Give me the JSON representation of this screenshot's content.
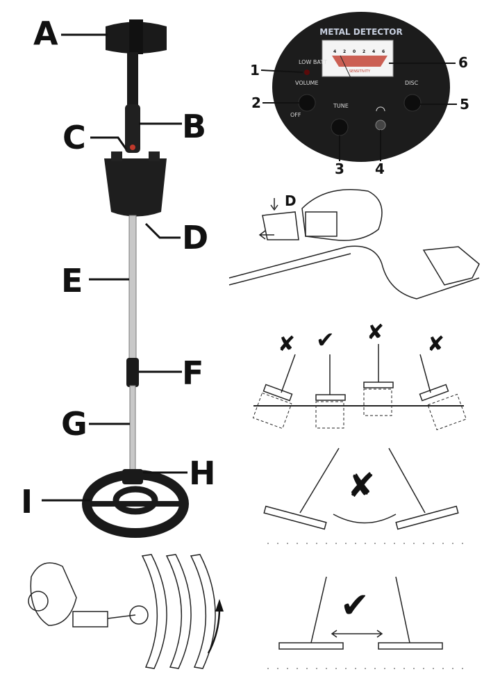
{
  "detector_labels": {
    "A": "A",
    "B": "B",
    "C": "C",
    "D": "D",
    "E": "E",
    "F": "F",
    "G": "G",
    "H": "H",
    "I": "I"
  },
  "control_panel": {
    "title": "METAL DETECTOR",
    "low_batt": "LOW BATT",
    "volume": "VOLUME",
    "off": "OFF",
    "tune": "TUNE",
    "disc": "DISC",
    "meter_scale": [
      "4",
      "2",
      "0",
      "2",
      "4",
      "6"
    ],
    "meter_caption": "SENSITIVITY",
    "callouts": [
      "1",
      "2",
      "3",
      "4",
      "5",
      "6"
    ]
  },
  "battery_illustration": {
    "label": "D"
  },
  "icons": [
    "check-icon",
    "cross-icon",
    "arrow-icon",
    "headphones-icon"
  ],
  "colors": {
    "panel": "#1c1c1c",
    "meter_red": "#c0392b",
    "ink": "#111111"
  }
}
